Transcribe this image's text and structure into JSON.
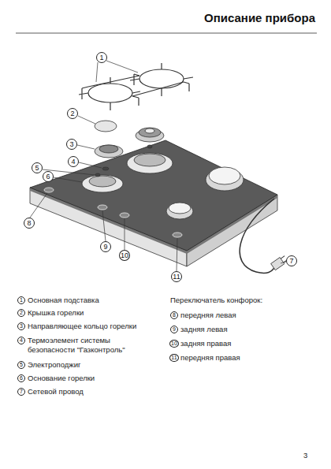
{
  "diagram": {
    "title": "Описание прибора",
    "labels": [
      "1",
      "2",
      "3",
      "4",
      "5",
      "6",
      "7",
      "8",
      "9",
      "10",
      "11",
      "1",
      "Основная подставка",
      "2",
      "Крышка горелки",
      "3",
      "Направляющее кольцо горелки",
      "4",
      "Термоэлемент системы безопасности \"Газконтроль\"",
      "5",
      "Электроподжиг",
      "6",
      "Основание горелки",
      "7",
      "Сетевой провод",
      "Переключатель конфорок:",
      "8",
      "передняя левая",
      "9",
      "задняя левая",
      "10",
      "задняя правая",
      "11",
      "передняя правая",
      "3"
    ]
  }
}
